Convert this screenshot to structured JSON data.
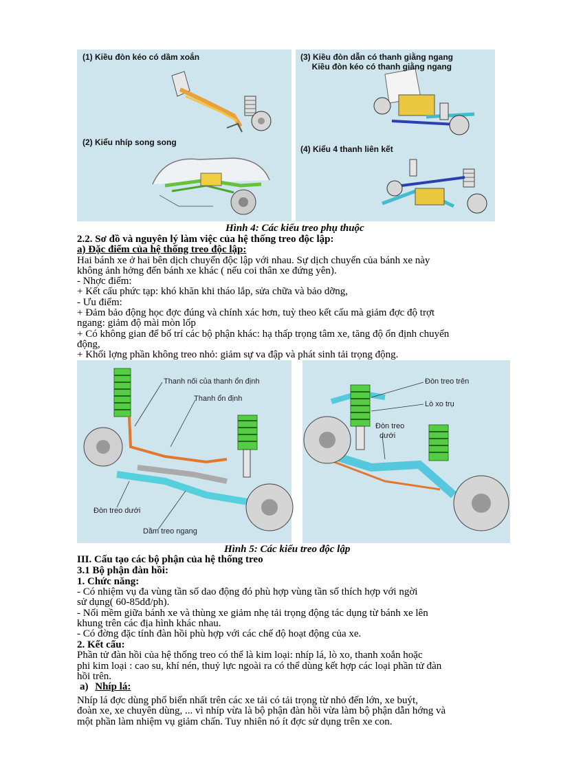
{
  "figure4": {
    "panel1_label": "(1) Kiều đòn kéo có dầm xoắn",
    "panel2_label": "(2) Kiểu nhíp song song",
    "panel3_label": "(3) Kiều đòn dẫn có thanh giằng ngang\n     Kiều đòn kéo có thanh giằng ngang",
    "panel4_label": "(4) Kiểu 4 thanh liên kết",
    "caption": "Hình 4: Các kiểu treo phụ thuộc"
  },
  "section22": {
    "heading": "2.2. Sơ đồ và nguyên lý làm việc của hệ thống treo độc lập:",
    "sub_a": "a) Đặc điểm của hệ thống treo độc lập:",
    "lines": [
      "Hai bánh xe ở hai bên dịch chuyển độc lập với nhau. Sự dịch chuyển của bánh xe này",
      "không ảnh hởng   đến bánh xe khác ( nếu coi thân xe đứng yên).",
      "- Nhợc   điểm:",
      "+ Kết cấu phức tạp: khó khăn khi tháo lắp, sửa chữa và bảo dỡng,",
      "- Ưu điểm:",
      "+ Đảm bảo động học đợc   đúng và chính xác hơn, tuỳ theo kết cấu mà giảm đợc   độ trợt",
      "ngang: giảm độ mài mòn lốp",
      "+ Có không gian để bố trí các bộ phận khác: hạ thấp trọng tâm xe, tăng độ ổn định chuyển",
      "động,",
      "+ Khối lợng   phần không treo nhỏ: giảm sự va đập và phát sinh tải trọng động."
    ]
  },
  "figure5": {
    "left_callouts": [
      "Thanh nối của thanh ổn định",
      "Thanh ổn định",
      "Đòn treo dưới",
      "Dầm treo ngang"
    ],
    "right_callouts": [
      "Đòn treo trên",
      "Lò xo trụ",
      "Đòn treo",
      "dưới"
    ],
    "caption": "Hình 5: Các kiểu treo độc lập"
  },
  "section3": {
    "heading": "III. Cấu tạo các bộ phận của hệ thống treo",
    "sub31": "3.1 Bộ phận đàn hồi:",
    "func_heading": "1. Chức năng:",
    "func_lines": [
      "- Có nhiệm vụ đa   vùng tần số dao động đó phù hợp vùng tần số thích hợp với ngời",
      "sử dụng( 60-85dđ/ph).",
      "- Nối mềm giữa bánh xe và thùng xe giảm nhẹ tải trọng động tác dụng từ bánh xe lên",
      "khung trên các địa hình khác nhau.",
      "- Có đờng   đặc tính đàn hồi phù hợp với các chế độ hoạt động của xe."
    ],
    "struct_heading": "2. Kết cấu:",
    "struct_lines": [
      "Phần tử đàn hồi của hệ thống treo có thể là kim loại: nhíp lá, lò xo, thanh xoắn hoặc",
      "phi kim loại : cao su, khí nén, thuỷ lực ngoài ra có thể dùng kết hợp các loại phần tử đàn",
      "hồi trên."
    ],
    "a_label": "a)",
    "a_title": "Nhíp lá:",
    "para_lines": [
      "      Nhíp lá đợc   dùng phổ biến nhất trên các xe tải có tải trọng từ nhỏ đến lớn, xe buýt,",
      "đoàn xe, xe chuyên dùng, ... vì nhíp vừa là bộ phận đàn hồi vừa làm bộ phận dẫn hớng   và",
      "một phần làm nhiệm vụ giảm chấn. Tuy nhiên nó ít đợc   sử dụng trên xe con."
    ]
  }
}
